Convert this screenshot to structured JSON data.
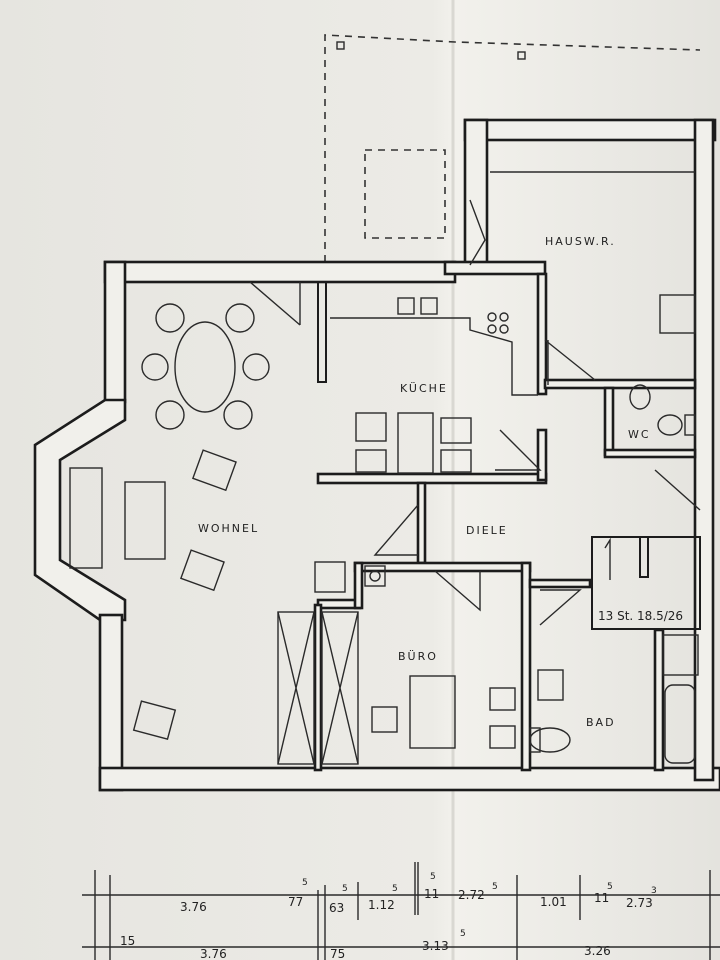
{
  "rooms": {
    "wohnen": "WOHNEL",
    "kueche": "KÜCHE",
    "diele": "DIELE",
    "hauswirtschaft": "HAUSW.R.",
    "wc": "WC",
    "buero": "BÜRO",
    "bad": "BAD"
  },
  "stairs_label": "13 St. 18.5/26",
  "dimensions": {
    "row1": [
      "3.76",
      "77",
      "5",
      "63",
      "5",
      "1.12",
      "5",
      "11",
      "5",
      "2.72",
      "5",
      "1.01",
      "11",
      "5",
      "2.73",
      "3"
    ],
    "row2": [
      "15",
      "3.76",
      "75",
      "3.13",
      "5",
      "3.26"
    ]
  }
}
